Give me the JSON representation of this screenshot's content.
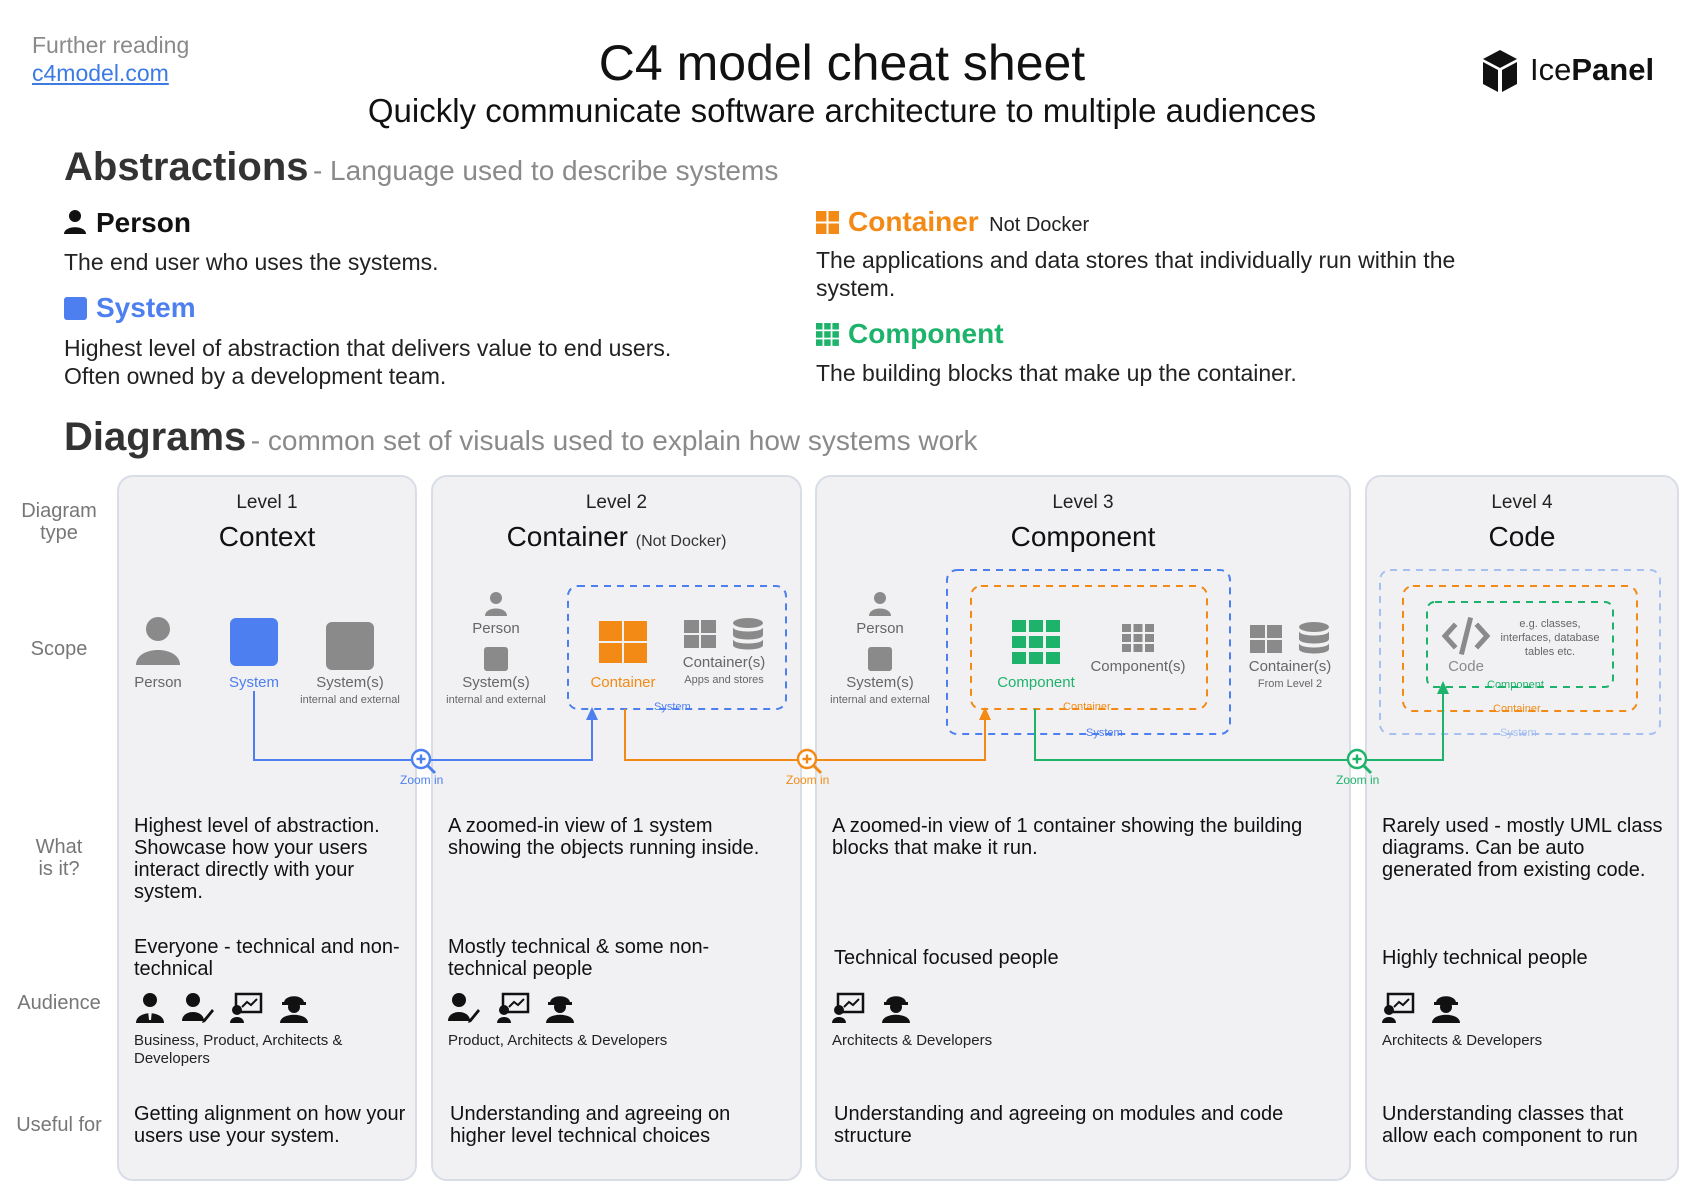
{
  "header": {
    "further_reading": "Further reading",
    "link": "c4model.com",
    "title": "C4 model cheat sheet",
    "subtitle": "Quickly communicate software architecture to multiple audiences",
    "logo_light": "Ice",
    "logo_bold": "Panel"
  },
  "abstractions": {
    "title": "Abstractions",
    "subtitle": "- Language used to describe systems",
    "person": {
      "name": "Person",
      "desc": "The end user who uses the systems."
    },
    "system": {
      "name": "System",
      "desc": "Highest level of abstraction that delivers value to end users. Often owned by a development team."
    },
    "container": {
      "name": "Container",
      "note": "Not Docker",
      "desc": "The applications and data stores that individually run within the system."
    },
    "component": {
      "name": "Component",
      "desc": "The building blocks that make up the container."
    }
  },
  "diagrams": {
    "title": "Diagrams",
    "subtitle": "- common set of visuals used to explain how systems work"
  },
  "row_labels": {
    "diagram_type": "Diagram type",
    "scope": "Scope",
    "what": "What is it?",
    "audience": "Audience",
    "useful": "Useful for"
  },
  "zoom_label": "Zoom in",
  "levels": [
    {
      "level": "Level 1",
      "name": "Context",
      "scope": {
        "person": "Person",
        "system": "System",
        "systems": "System(s)",
        "systems_sub": "internal and external"
      },
      "what": "Highest level of abstraction. Showcase how your users interact directly with your system.",
      "audience": "Everyone - technical and non-technical",
      "audience_roles": "Business, Product, Architects & Developers",
      "useful": "Getting alignment on how your users use your system."
    },
    {
      "level": "Level 2",
      "name": "Container",
      "note": "(Not Docker)",
      "scope": {
        "person": "Person",
        "systems": "System(s)",
        "systems_sub": "internal and external",
        "container": "Container",
        "containers": "Container(s)",
        "containers_sub": "Apps and stores",
        "box": "System"
      },
      "what": "A zoomed-in view of 1 system showing the objects running inside.",
      "audience": "Mostly technical & some non-technical people",
      "audience_roles": "Product, Architects & Developers",
      "useful": "Understanding and agreeing on higher level technical choices"
    },
    {
      "level": "Level 3",
      "name": "Component",
      "scope": {
        "person": "Person",
        "systems": "System(s)",
        "systems_sub": "internal and external",
        "component": "Component",
        "components": "Component(s)",
        "containers": "Container(s)",
        "containers_sub": "From Level 2",
        "box_container": "Container",
        "box_system": "System"
      },
      "what": "A zoomed-in view of 1 container showing the building blocks that make it run.",
      "audience": "Technical focused people",
      "audience_roles": "Architects & Developers",
      "useful": "Understanding and agreeing on modules and code structure"
    },
    {
      "level": "Level 4",
      "name": "Code",
      "scope": {
        "code": "Code",
        "code_eg": "e.g. classes, interfaces, database tables etc.",
        "box_component": "Component",
        "box_container": "Container",
        "box_system": "System"
      },
      "what": "Rarely used - mostly UML class diagrams. Can be auto generated from existing code.",
      "audience": "Highly technical people",
      "audience_roles": "Architects & Developers",
      "useful": "Understanding classes that allow each component to run"
    }
  ],
  "colors": {
    "system": "#4d7ff0",
    "container": "#f28a15",
    "component": "#1db36b",
    "grey_icon": "#8a8a8a"
  }
}
